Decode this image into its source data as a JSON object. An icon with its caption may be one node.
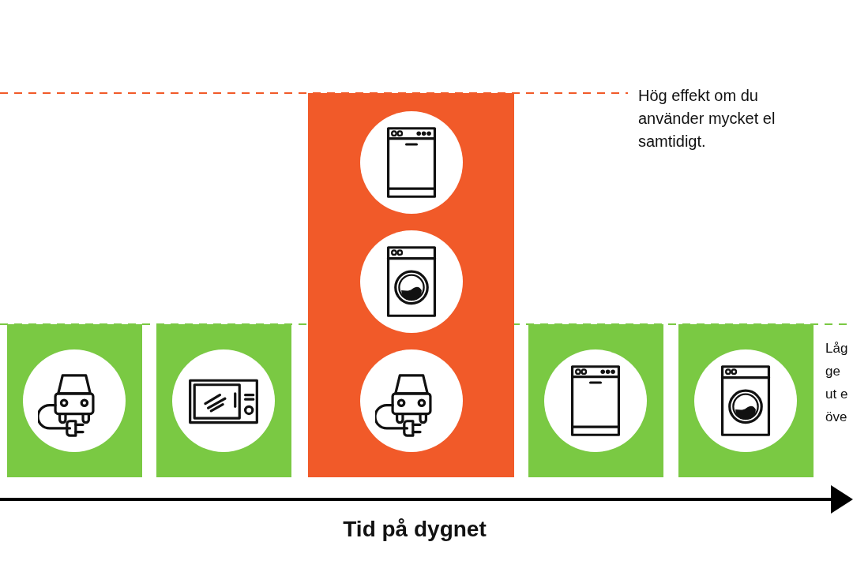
{
  "diagram": {
    "labels": [
      "Hög effekt om du använder mycket el samtidigt.",
      "Låg ge ut e öve",
      "Tid på dygnet"
    ]
  }
}
